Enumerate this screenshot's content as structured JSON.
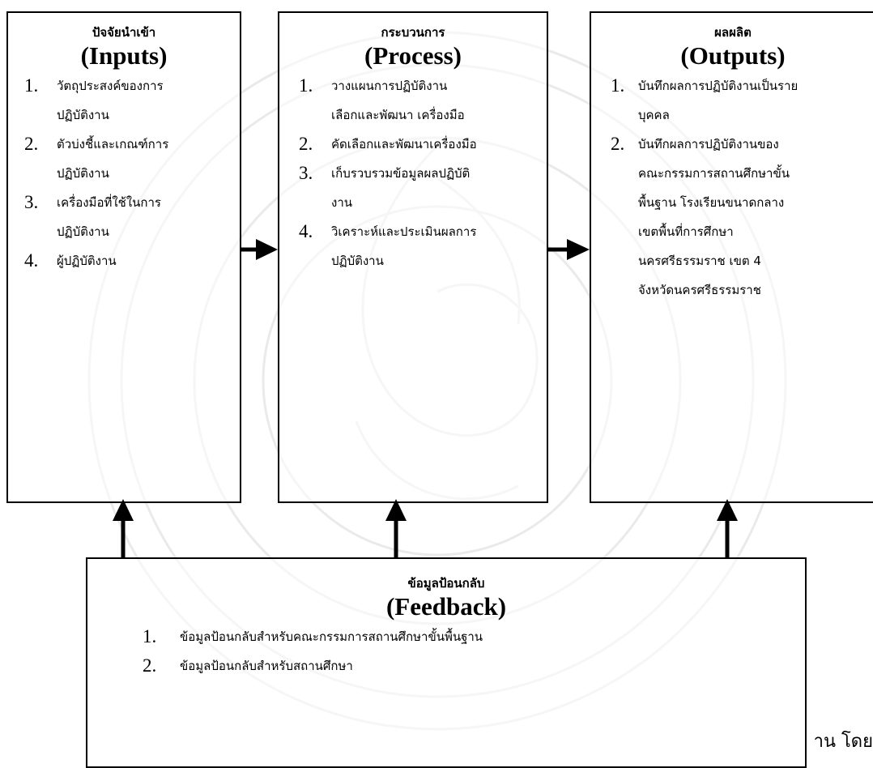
{
  "inputs": {
    "title_th": "ปัจจัยนำเข้า",
    "title_en": "(Inputs)",
    "items": [
      {
        "num": "1.",
        "lines": [
          "วัตถุประสงค์ของการ",
          "ปฏิบัติงาน"
        ]
      },
      {
        "num": "2.",
        "lines": [
          "ตัวบ่งชี้และเกณฑ์การ",
          "ปฏิบัติงาน"
        ]
      },
      {
        "num": "3.",
        "lines": [
          "เครื่องมือที่ใช้ในการ",
          "ปฏิบัติงาน"
        ]
      },
      {
        "num": "4.",
        "lines": [
          "ผู้ปฏิบัติงาน"
        ]
      }
    ]
  },
  "process": {
    "title_th": "กระบวนการ",
    "title_en": "(Process)",
    "items": [
      {
        "num": "1.",
        "lines": [
          "วางแผนการปฏิบัติงาน",
          "เลือกและพัฒนา เครื่องมือ"
        ]
      },
      {
        "num": "2.",
        "lines": [
          "คัดเลือกและพัฒนาเครื่องมือ"
        ]
      },
      {
        "num": "3.",
        "lines": [
          "เก็บรวบรวมข้อมูลผลปฏิบัติ",
          "งาน"
        ]
      },
      {
        "num": "4.",
        "lines": [
          "วิเคราะห์และประเมินผลการ",
          "ปฏิบัติงาน"
        ]
      }
    ]
  },
  "outputs": {
    "title_th": "ผลผลิต",
    "title_en": "(Outputs)",
    "items": [
      {
        "num": "1.",
        "lines": [
          "บันทึกผลการปฏิบัติงานเป็นราย",
          "บุคคล"
        ]
      },
      {
        "num": "2.",
        "lines": [
          "บันทึกผลการปฏิบัติงานของ",
          "คณะกรรมการสถานศึกษาขั้น",
          "พื้นฐาน โรงเรียนขนาดกลาง",
          "เขตพื้นที่การศึกษา",
          "นครศรีธรรมราช เขต 4",
          "จังหวัดนครศรีธรรมราช"
        ]
      }
    ]
  },
  "feedback": {
    "title_th": "ข้อมูลป้อนกลับ",
    "title_en": "(Feedback)",
    "items": [
      {
        "num": "1.",
        "lines": [
          "ข้อมูลป้อนกลับสำหรับคณะกรรมการสถานศึกษาขั้นพื้นฐาน"
        ]
      },
      {
        "num": "2.",
        "lines": [
          "ข้อมูลป้อนกลับสำหรับสถานศึกษา"
        ]
      }
    ]
  },
  "corner_text": "าน โดย",
  "colors": {
    "line": "#000000",
    "watermark": "#c8c8c8"
  }
}
